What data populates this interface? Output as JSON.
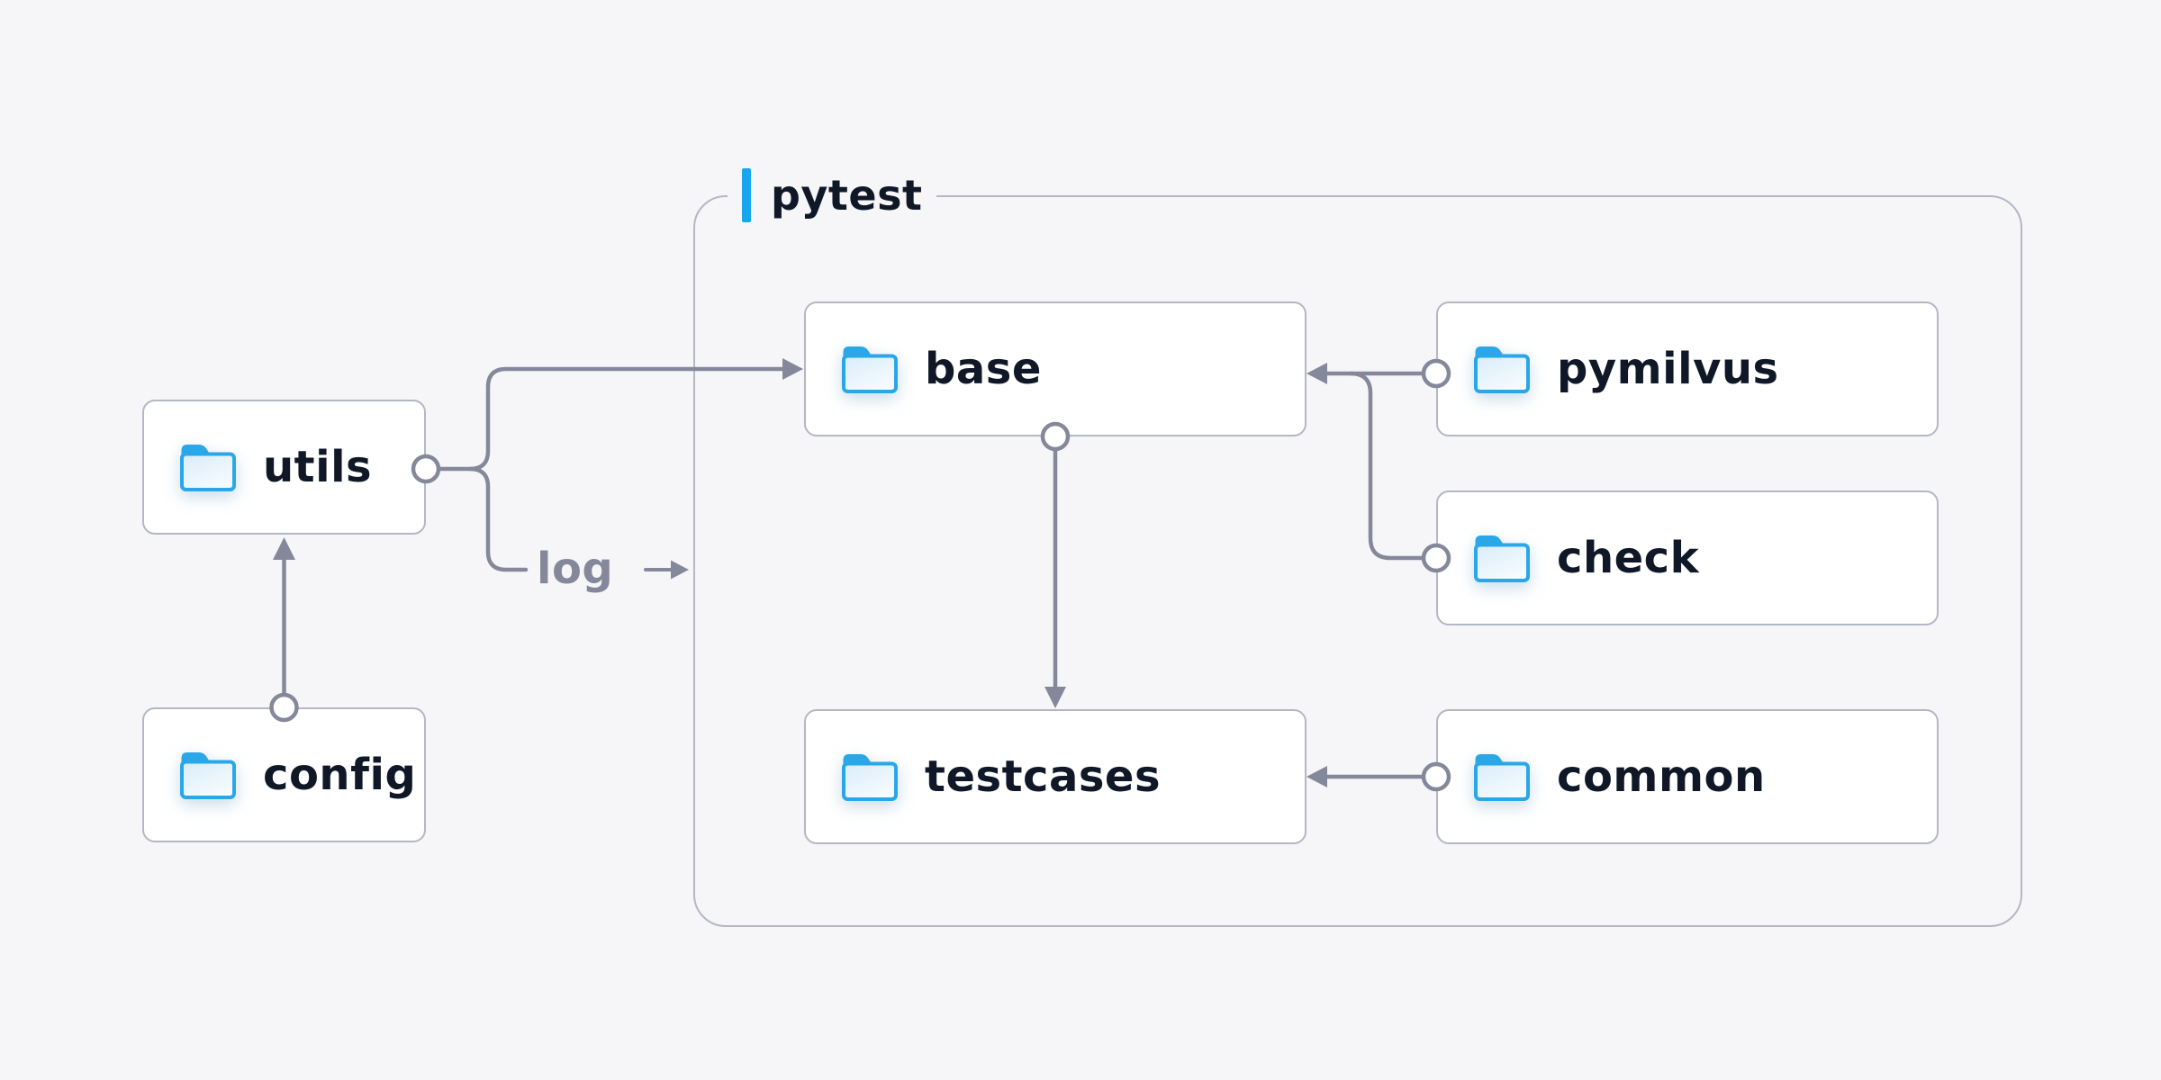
{
  "diagram": {
    "container": {
      "label": "pytest"
    },
    "nodes": {
      "utils": {
        "label": "utils"
      },
      "config": {
        "label": "config"
      },
      "base": {
        "label": "base"
      },
      "pymilvus": {
        "label": "pymilvus"
      },
      "check": {
        "label": "check"
      },
      "testcases": {
        "label": "testcases"
      },
      "common": {
        "label": "common"
      }
    },
    "edge_labels": {
      "log": "log"
    },
    "edges": [
      {
        "from": "config",
        "to": "utils",
        "type": "arrow"
      },
      {
        "from": "utils",
        "to": "base",
        "type": "arrow"
      },
      {
        "from": "utils",
        "to": "log",
        "type": "labeled-arrow"
      },
      {
        "from": "base",
        "to": "testcases",
        "type": "arrow"
      },
      {
        "from": "pymilvus",
        "to": "base",
        "type": "arrow"
      },
      {
        "from": "check",
        "to": "base",
        "type": "arrow"
      },
      {
        "from": "common",
        "to": "testcases",
        "type": "arrow"
      }
    ],
    "colors": {
      "page_background": "#f6f6f8",
      "box_background": "#ffffff",
      "box_border": "#b4b7c4",
      "text_dark": "#101828",
      "connector_gray": "#85889a",
      "accent_blue": "#18a7ef",
      "folder_blue": "#29a7e8",
      "folder_fill_top": "#d9ecfa",
      "folder_fill_bottom": "#f6fbff"
    }
  }
}
